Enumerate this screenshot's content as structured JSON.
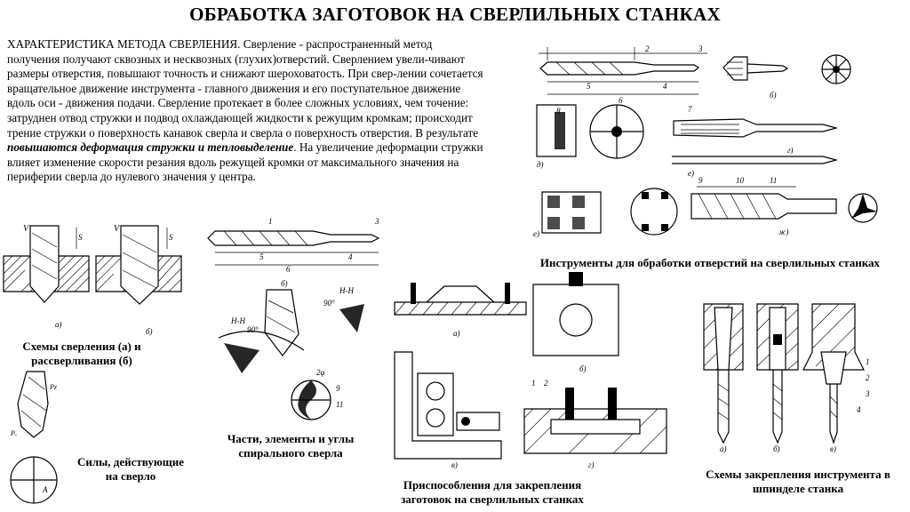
{
  "page": {
    "title": "ОБРАБОТКА ЗАГОТОВОК НА СВЕРЛИЛЬНЫХ СТАНКАХ"
  },
  "intro": {
    "part1": "ХАРАКТЕРИСТИКА МЕТОДА СВЕРЛЕНИЯ. Сверление - распространенный метод получения получают сквозных и несквозных (глухих)отверстий. Сверлением увели-чивают размеры отверстия, повышают точность и снижают шероховатость. При свер-лении сочетается вращательное движение инструмента - главного движения и его поступательное движение вдоль оси - движения подачи. Сверление протекает в более сложных условиях, чем точение: затруднен отвод стружки и подвод охлаждающей жидкости к режущим кромкам; происходит трение стружки о поверхность канавок сверла и сверла о поверхность отверстия. В результате ",
    "emphasis": "повышаются деформация стружки и тепловыделение",
    "part2": ". На увеличение деформации стружки влияет изменение скорости резания вдоль режущей кромки от максимального значения на периферии сверла до нулевого значения у центра."
  },
  "captions": {
    "tools": "Инструменты для обработки отверстий на сверлильных станках",
    "drilling_schemes": "Схемы сверления (а) и рассверливания (б)",
    "forces": "Силы, действующие на сверло",
    "drill_parts": "Части, элементы и углы спирального сверла",
    "fixtures": "Приспособления для закрепления заготовок на сверлильных станках",
    "clamping": "Схемы закрепления инструмента в шпинделе станка"
  },
  "figure_labels": {
    "sub_a": "а)",
    "sub_b": "б)",
    "sub_v": "в)",
    "sub_g": "г)",
    "sub_d": "д)",
    "sub_e": "е)",
    "sub_zh": "ж)",
    "num_1": "1",
    "num_2": "2",
    "num_3": "3",
    "num_4": "4",
    "num_5": "5",
    "num_6": "6",
    "num_7": "7",
    "num_8": "8",
    "num_9": "9",
    "num_10": "10",
    "num_11": "11",
    "angle_90": "90°",
    "angle_2phi": "2φ",
    "axis_v": "V",
    "axis_s": "S",
    "axis_A": "A",
    "section_HH": "Н-Н",
    "pz": "Pz",
    "ps": "Pₓ"
  }
}
